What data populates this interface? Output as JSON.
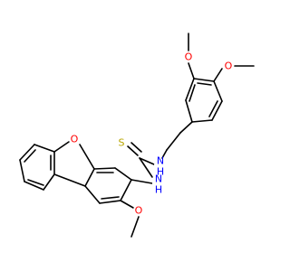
{
  "molecule": {
    "atom_labels": {
      "o_methoxy_top": "O",
      "o_methoxy_para": "O",
      "o_furan": "O",
      "o_methoxy_low": "O",
      "s_thione": "S",
      "n_upper": "N",
      "h_upper": "H",
      "n_lower": "N",
      "h_lower": "H"
    },
    "colors": {
      "bond": "#000000",
      "oxygen": "#ff0000",
      "nitrogen": "#0000ff",
      "sulfur": "#b8a600"
    }
  }
}
